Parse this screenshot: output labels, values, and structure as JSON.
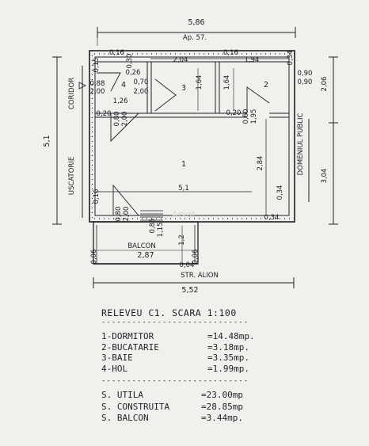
{
  "plan": {
    "overall_width": "5,86",
    "apartment": "Ap. 57.",
    "overall_height": "5,1",
    "label_coridor": "CORIDOR",
    "label_uscatorie": "USCATORIE",
    "label_domeniul_public": "DOMENIUL PUBLIC",
    "right_dims": [
      "2,06",
      "3,04"
    ],
    "room_numbers": [
      "1",
      "2",
      "3",
      "4"
    ],
    "dims": {
      "top_016_a": "0,16",
      "top_016_b": "0,16",
      "w_204": "2,04",
      "w_194": "1,94",
      "d_034_top": "0,34",
      "d_015": "0,15",
      "d_030": "0,30",
      "d_026": "0,26",
      "d_088": "0,88",
      "d_200_a": "2,00",
      "d_070": "0,70",
      "d_200_b": "2,00",
      "d_164_a": "1,64",
      "d_164_b": "1,64",
      "d_090_a": "0,90",
      "d_090_b": "0,90",
      "d_126": "1,26",
      "d_020_a": "0,20",
      "d_080_a": "0,80",
      "d_200_c": "2,00",
      "d_020_b": "0,20",
      "d_060": "0,60",
      "d_195": "1,95",
      "d_284": "2,84",
      "d_034_right": "0,34",
      "d_51_inner": "5,1",
      "d_016_left": "0,16",
      "d_034_bottom": "0,34",
      "d_080_b": "0,80",
      "d_200_d": "2,00",
      "d_085": "0,85",
      "d_115": "1,15",
      "d_12": "1,2",
      "balcon": "BALCON",
      "d_287": "2,87",
      "d_006_a": "0,06",
      "d_004": "0,04",
      "d_006_b": "0,06",
      "street": "STR. ALION",
      "bottom_width": "5,52"
    },
    "watermark": "Arvat"
  },
  "legend": {
    "title": "RELEVEU C1. SCARA 1:100",
    "separator": "-----------------------------",
    "rooms": [
      {
        "name": "1-DORMITOR",
        "value": "=14.48mp."
      },
      {
        "name": "2-BUCATARIE",
        "value": "=3.18mp."
      },
      {
        "name": "3-BAIE",
        "value": "=3.35mp."
      },
      {
        "name": "4-HOL",
        "value": "=1.99mp."
      }
    ],
    "separator2": "-----------------------------",
    "surfaces": [
      {
        "name": "S. UTILA",
        "value": "=23.00mp"
      },
      {
        "name": "S. CONSTRUITA",
        "value": "=28.85mp"
      },
      {
        "name": "S. BALCON",
        "value": "=3.44mp."
      }
    ]
  }
}
